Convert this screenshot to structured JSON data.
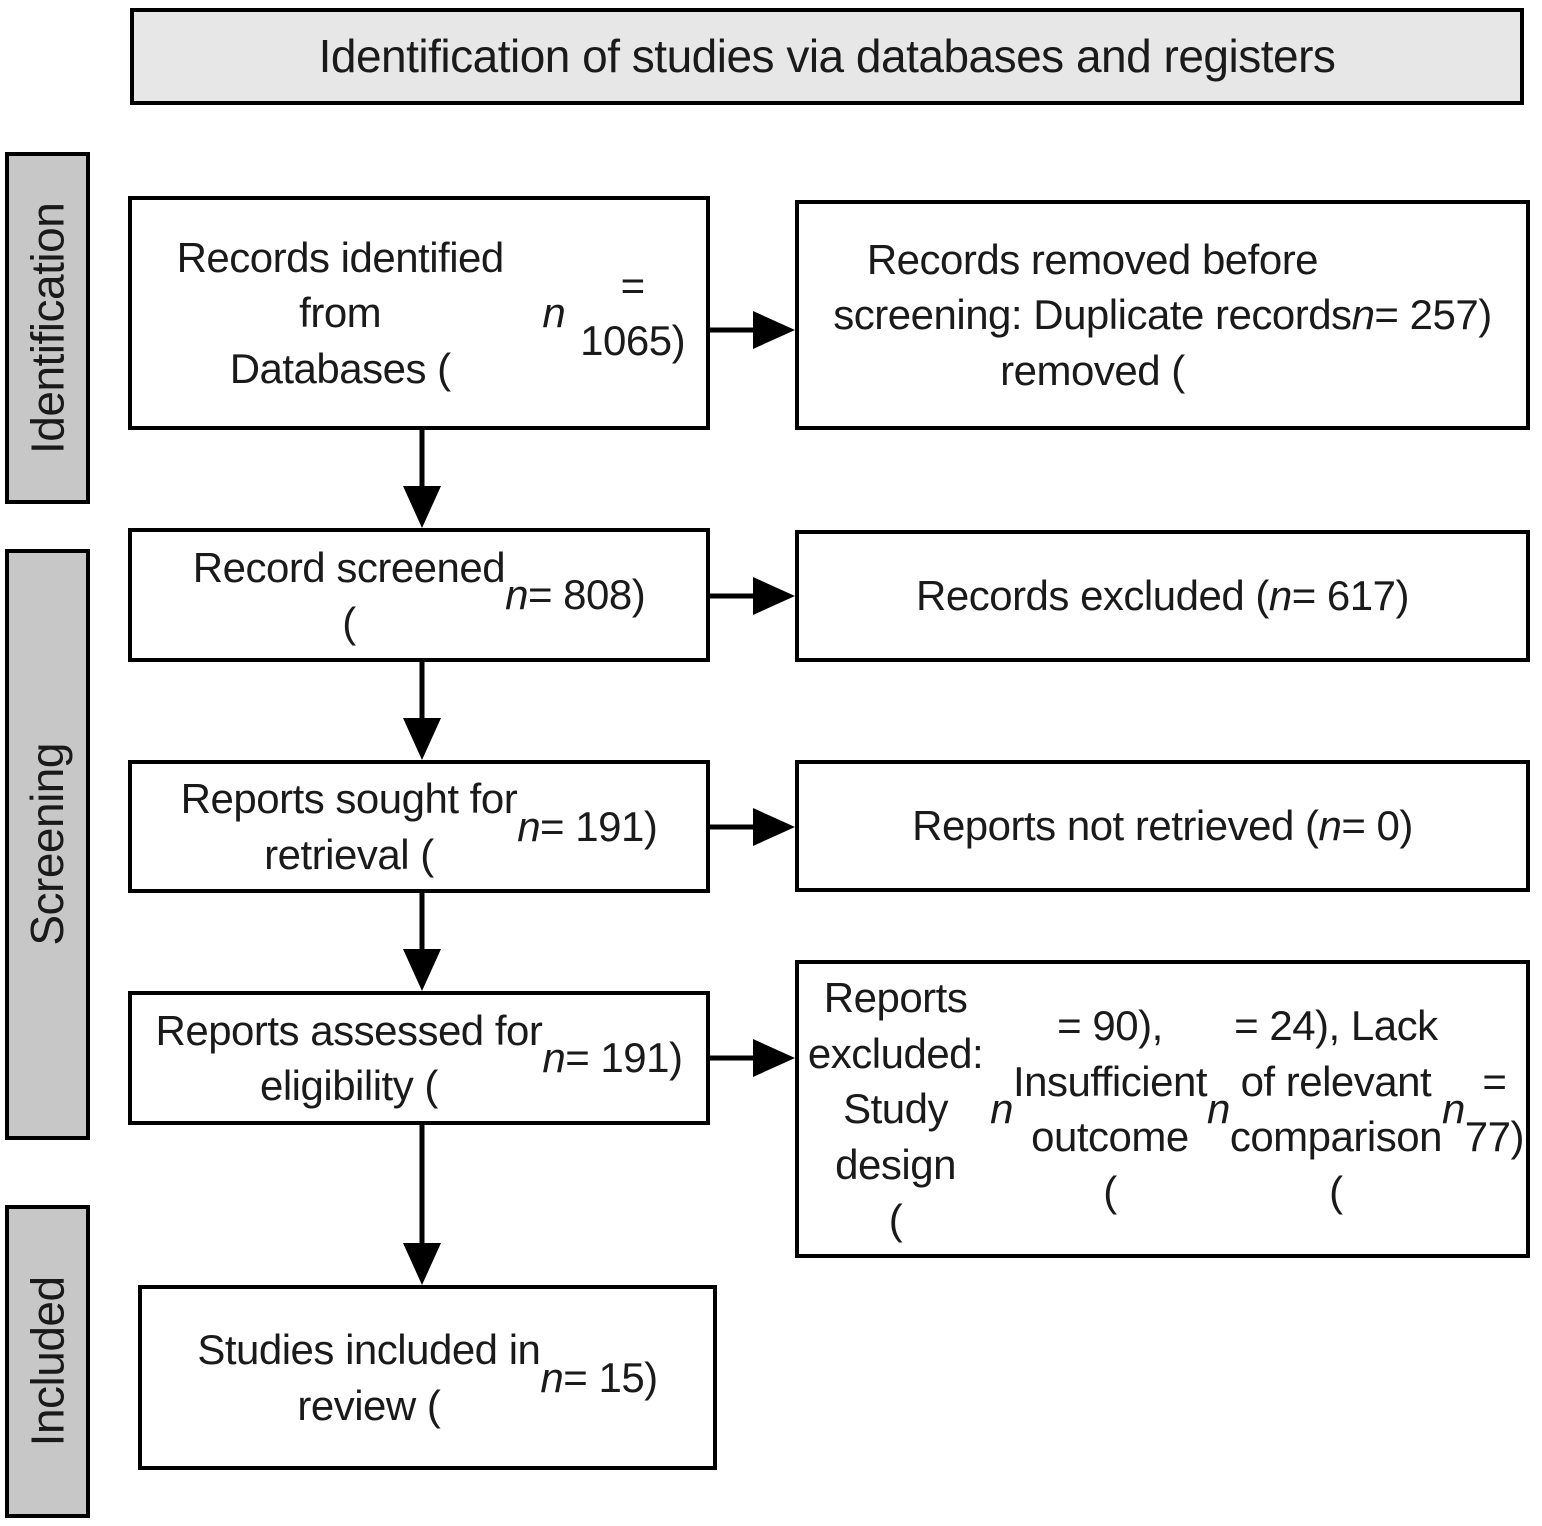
{
  "title": "Identification of studies via databases and registers",
  "stages": [
    {
      "label": "Identification"
    },
    {
      "label": "Screening"
    },
    {
      "label": "Included"
    }
  ],
  "main_boxes": [
    {
      "id": "records-identified",
      "text": "Records identified from\nDatabases (n = 1065)"
    },
    {
      "id": "records-screened",
      "text": "Record screened\n(n = 808)"
    },
    {
      "id": "reports-sought",
      "text": "Reports sought for\nretrieval (n = 191)"
    },
    {
      "id": "reports-assessed",
      "text": "Reports assessed for\neligibility (n = 191)"
    },
    {
      "id": "studies-included",
      "text": "Studies included in\nreview (n = 15)"
    }
  ],
  "side_boxes": [
    {
      "id": "records-removed",
      "text": "Records removed before\nscreening: Duplicate records\nremoved (n = 257)"
    },
    {
      "id": "records-excluded",
      "text": "Records excluded (n = 617)"
    },
    {
      "id": "reports-not-retrieved",
      "text": "Reports not retrieved (n = 0)"
    },
    {
      "id": "reports-excluded",
      "text": "Reports excluded: Study design\n(n = 90), Insufficient outcome\n(n = 24), Lack of relevant\ncomparison (n = 77)"
    }
  ],
  "colors": {
    "background": "#ffffff",
    "title_bg": "#e7e7e7",
    "stage_bg": "#c7c7c7",
    "box_bg": "#ffffff",
    "line": "#000000",
    "text": "#1a1a1a"
  }
}
